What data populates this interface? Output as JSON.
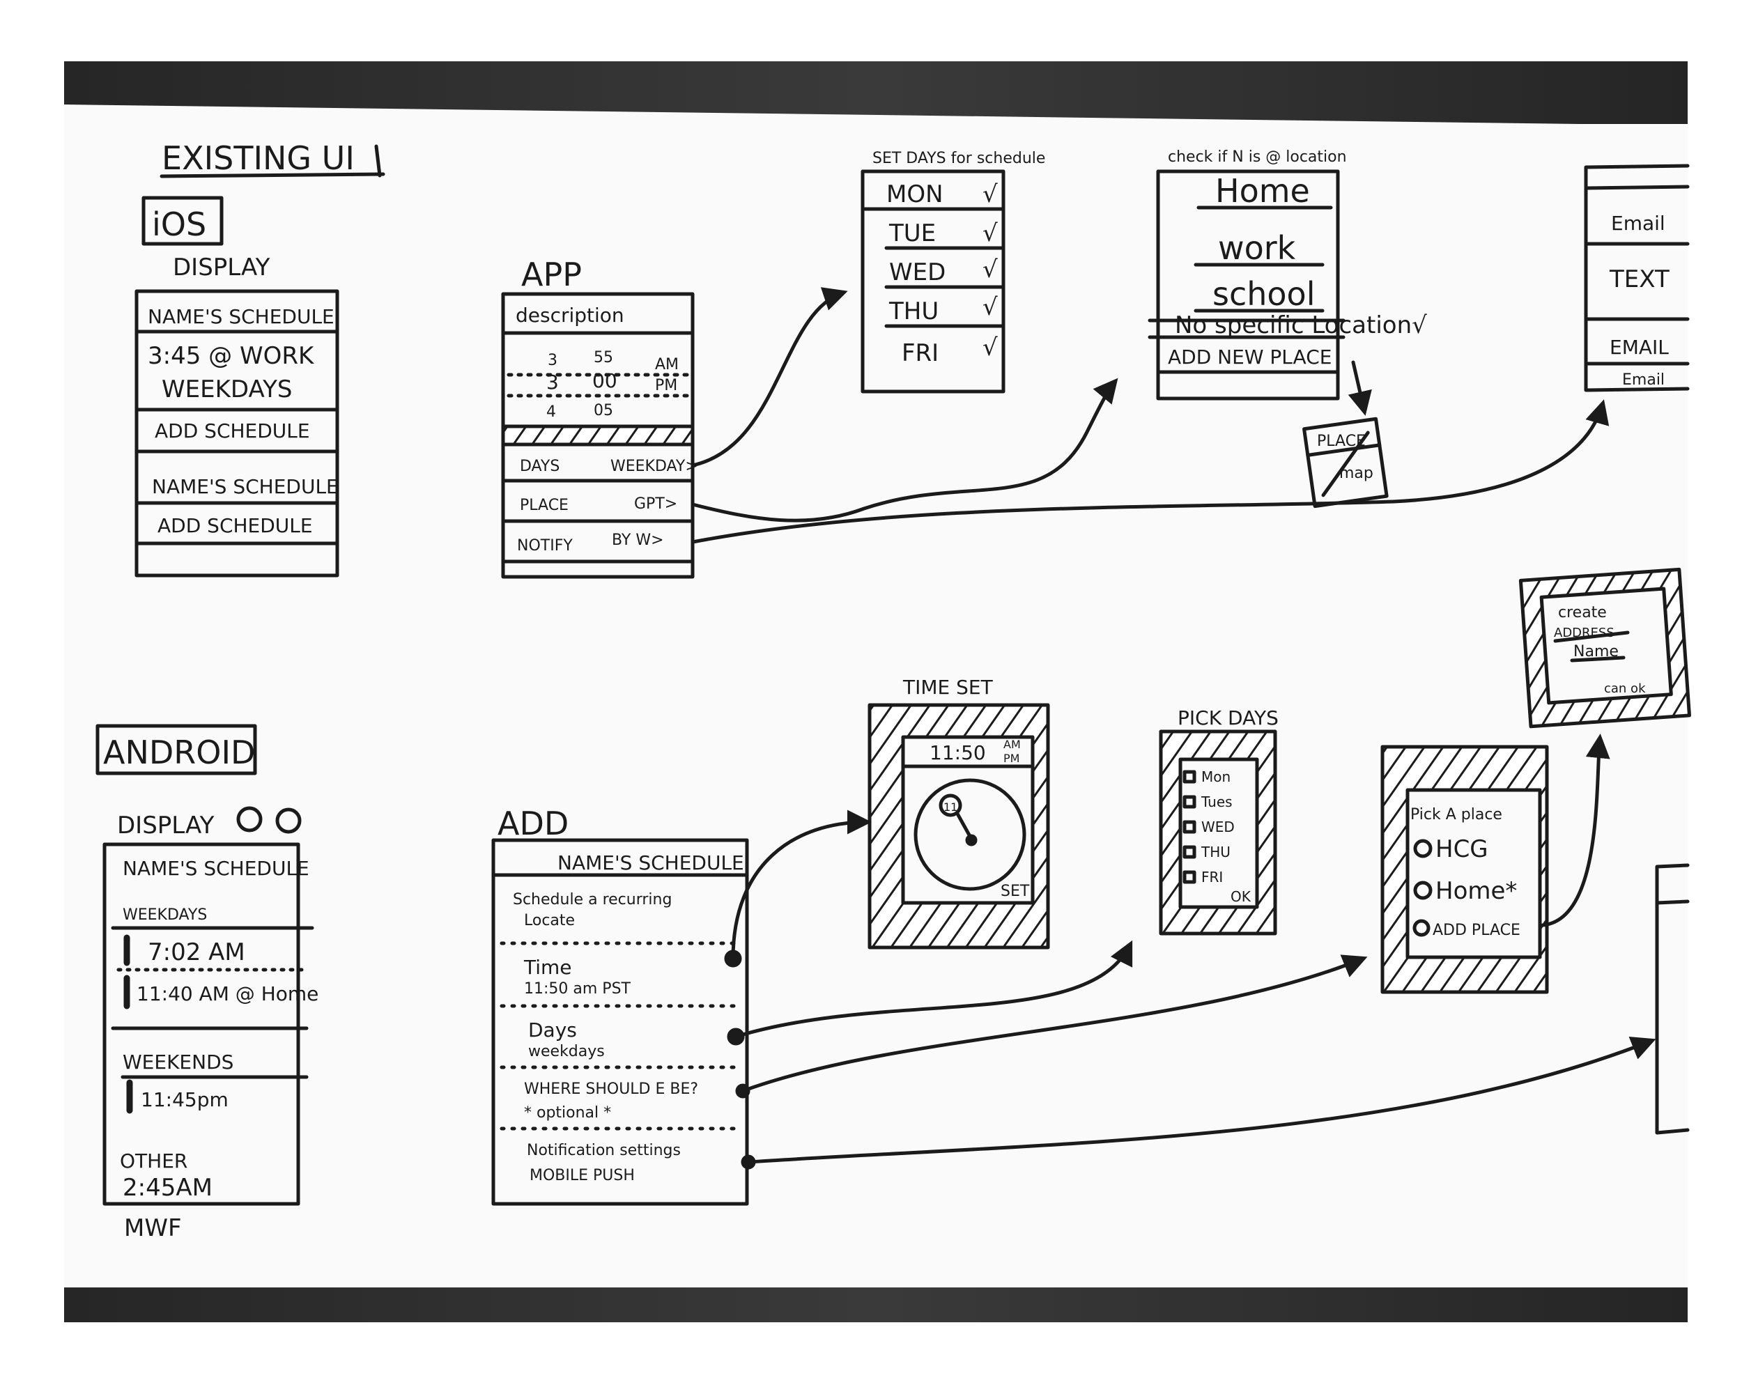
{
  "existing_ui": {
    "title": "EXISTING UI",
    "ios": {
      "label": "iOS",
      "display": {
        "label": "DISPLAY",
        "rows": [
          "NAME'S SCHEDULE",
          "3:45 @ WORK",
          "WEEKDAYS",
          "ADD SCHEDULE",
          "NAME'S SCHEDULE",
          "ADD SCHEDULE"
        ]
      },
      "app": {
        "label": "APP",
        "description": "description",
        "time_picker": {
          "hours": [
            "3",
            "3",
            "4"
          ],
          "minutes": [
            "55",
            "00",
            "05"
          ],
          "ampm": [
            "AM",
            "PM"
          ]
        },
        "rows": [
          {
            "label": "DAYS",
            "value": "WEEKDAY>"
          },
          {
            "label": "PLACE",
            "value": "GPT>"
          },
          {
            "label": "NOTIFY",
            "value": "BY W>"
          }
        ]
      },
      "set_days": {
        "title": "SET DAYS for schedule",
        "days": [
          "MON",
          "TUE",
          "WED",
          "THU",
          "FRI"
        ],
        "check": "√"
      },
      "check_location": {
        "title": "check if N is @ location",
        "places": [
          "Home",
          "work",
          "school",
          "No specific Location√",
          "ADD NEW PLACE"
        ],
        "map_card": {
          "label": "PLACE",
          "body": "map"
        }
      },
      "notify": {
        "options": [
          "Email",
          "TEXT",
          "EMAIL",
          "Email"
        ]
      }
    }
  },
  "android": {
    "label": "ANDROID",
    "display": {
      "label": "DISPLAY",
      "header": "NAME'S SCHEDULE",
      "groups": [
        {
          "title": "WEEKDAYS",
          "items": [
            "7:02 AM",
            "11:40 AM @ Home"
          ]
        },
        {
          "title": "WEEKENDS",
          "items": [
            "11:45pm"
          ]
        },
        {
          "title": "OTHER",
          "items": [
            "2:45AM"
          ]
        }
      ],
      "footer": "MWF"
    },
    "add": {
      "label": "ADD",
      "header": "NAME'S SCHEDULE",
      "intro": [
        "Schedule a recurring",
        "Locate"
      ],
      "time_label": "Time",
      "time_value": "11:50 am  PST",
      "days_label": "Days",
      "days_value": "weekdays",
      "where_label": "WHERE SHOULD E BE?",
      "where_note": "* optional *",
      "notification_label": "Notification settings",
      "notification_value": "MOBILE PUSH"
    },
    "time_set": {
      "title": "TIME SET",
      "time": "11:50",
      "am": "AM",
      "pm": "PM",
      "dial": "11",
      "action": "SET"
    },
    "pick_days": {
      "title": "PICK DAYS",
      "days": [
        "Mon",
        "Tues",
        "WED",
        "THU",
        "FRI"
      ],
      "action": "OK"
    },
    "pick_place": {
      "title": "Pick A place",
      "options": [
        "HCG",
        "Home*",
        "ADD PLACE"
      ]
    },
    "create_address": {
      "lines": [
        "create",
        "ADDRESS",
        "Name"
      ],
      "actions": "can  ok"
    }
  },
  "colors": {
    "ink": "#1b1b1b",
    "paper": "#ffffff",
    "wood": "#2e2e2e"
  }
}
